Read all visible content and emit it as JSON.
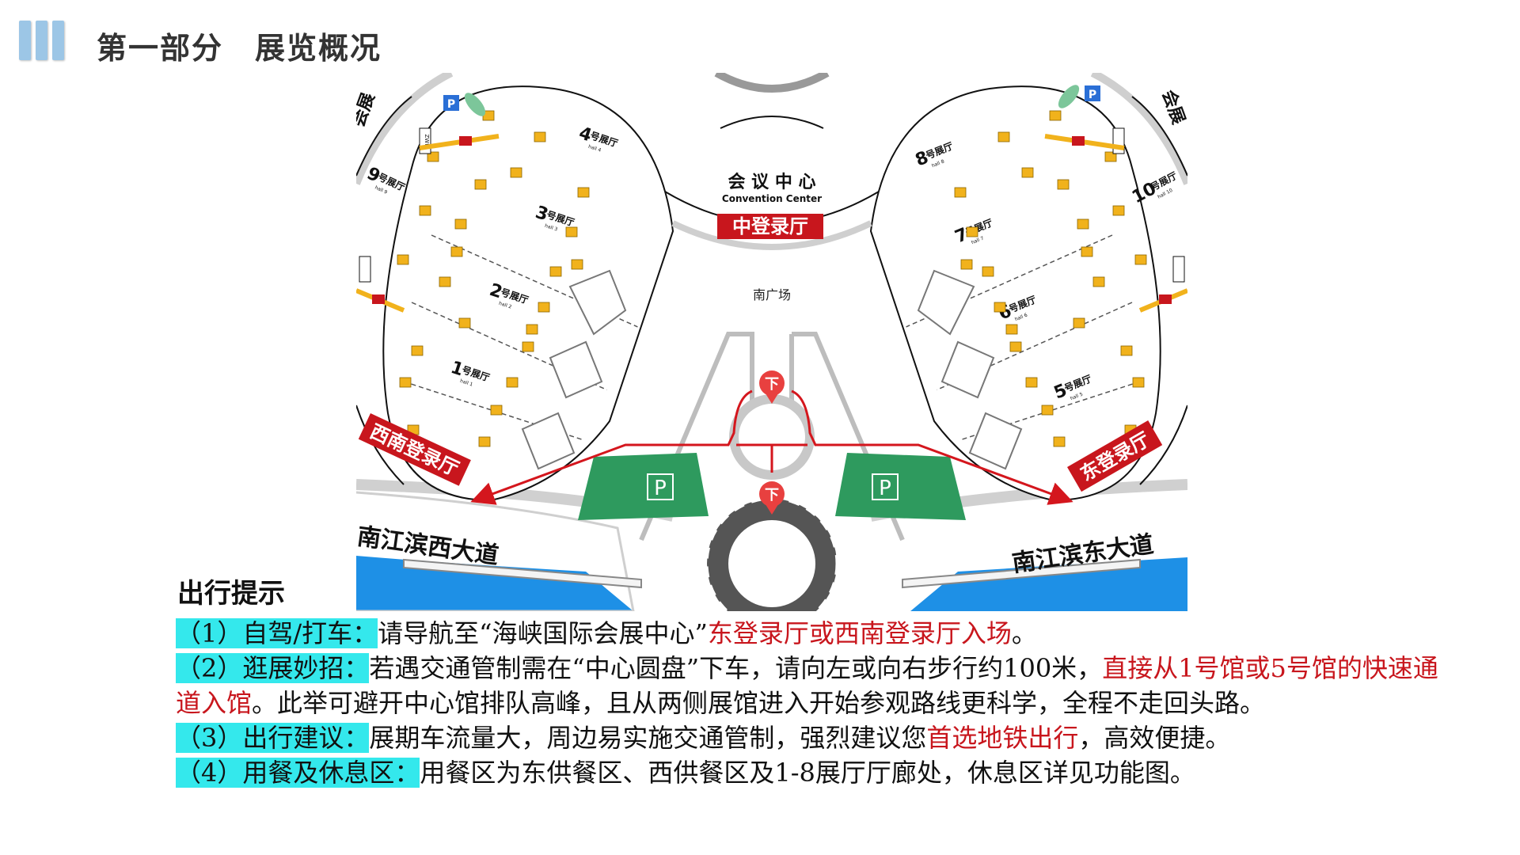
{
  "header": {
    "title": "第一部分　展览概况"
  },
  "map": {
    "convention_center": "会 议  中 心",
    "convention_center_en": "Convention Center",
    "central_lobby": "中登录厅",
    "east_lobby": "东登录厅",
    "southwest_lobby": "西南登录厅",
    "south_plaza": "南广场",
    "down_marker": "下",
    "parking_symbol": "P",
    "road_west": "南江滨西大道",
    "road_east": "南江滨东大道",
    "halls": [
      {
        "num": "1",
        "label": "号展厅",
        "en": "hall 1"
      },
      {
        "num": "2",
        "label": "号展厅",
        "en": "hall 2"
      },
      {
        "num": "3",
        "label": "号展厅",
        "en": "hall 3"
      },
      {
        "num": "4",
        "label": "号展厅",
        "en": "hall 4"
      },
      {
        "num": "5",
        "label": "号展厅",
        "en": "hall 5"
      },
      {
        "num": "6",
        "label": "号展厅",
        "en": "hall 6"
      },
      {
        "num": "7",
        "label": "号展厅",
        "en": "hall 7"
      },
      {
        "num": "8",
        "label": "号展厅",
        "en": "hall 8"
      },
      {
        "num": "9",
        "label": "号展厅",
        "en": "hall 9"
      },
      {
        "num": "10",
        "label": "号展厅",
        "en": "hall 10"
      }
    ],
    "side_labels": [
      "会展",
      "会展"
    ],
    "zwh_label": "ZWH"
  },
  "tips": {
    "title": "出行提示",
    "items": [
      {
        "label": "（1）自驾/打车：",
        "text": "请导航至“海峡国际会展中心”",
        "highlight": "东登录厅或西南登录厅入场",
        "after": "。"
      },
      {
        "label": "（2）逛展妙招：",
        "text": "若遇交通管制需在“中心圆盘”下车，请向左或向右步行约100米，",
        "highlight": "直接从1号馆或5号馆的快速通道入馆",
        "after": "。此举可避开中心馆排队高峰，且从两侧展馆进入开始参观路线更科学，全程不走回头路。"
      },
      {
        "label": "（3）出行建议：",
        "text": "展期车流量大，周边易实施交通管制，强烈建议您",
        "highlight": "首选地铁出行",
        "after": "，高效便捷。"
      },
      {
        "label": "（4）用餐及休息区：",
        "text": "用餐区为东供餐区、西供餐区及1-8展厅厅廊处，休息区详见功能图。",
        "highlight": "",
        "after": ""
      }
    ]
  },
  "colors": {
    "highlight_bg": "#34e8ec",
    "accent_red": "#c8161d",
    "parking_green": "#2e9a5e",
    "water_blue": "#1e90e6",
    "marker_yellow": "#f1b21c"
  }
}
